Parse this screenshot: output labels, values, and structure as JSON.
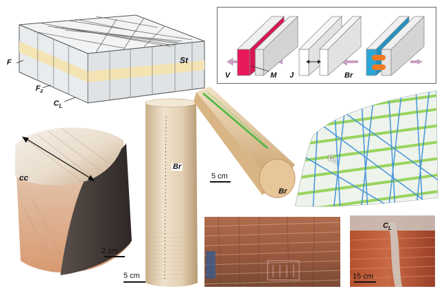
{
  "block": {
    "labels": {
      "F": "F",
      "Fz": "F",
      "Fz_sub": "z",
      "CL": "C",
      "CL_sub": "L",
      "St": "St"
    }
  },
  "schematic": {
    "labels": {
      "V": "V",
      "M": "M",
      "J": "J",
      "Br": "Br"
    },
    "colors": {
      "vein": "#e8195a",
      "bridge": "#2aa7d8",
      "bridge_plug": "#f07a22",
      "arrow": "#c9a0c4"
    }
  },
  "core_cc": {
    "label": "cc",
    "scale": "2 cm"
  },
  "core_tall": {
    "label": "Br",
    "scale": "5 cm"
  },
  "core_horizontal": {
    "label": "Br",
    "scale": "5 cm"
  },
  "network_3d": {
    "label": "C",
    "label_sub": "L",
    "colors": {
      "fracture_a": "#8fd14f",
      "fracture_b": "#3b8fd6"
    }
  },
  "outcrop_right": {
    "label": "C",
    "label_sub": "L",
    "scale": "15 cm"
  },
  "outcrop_center": {}
}
